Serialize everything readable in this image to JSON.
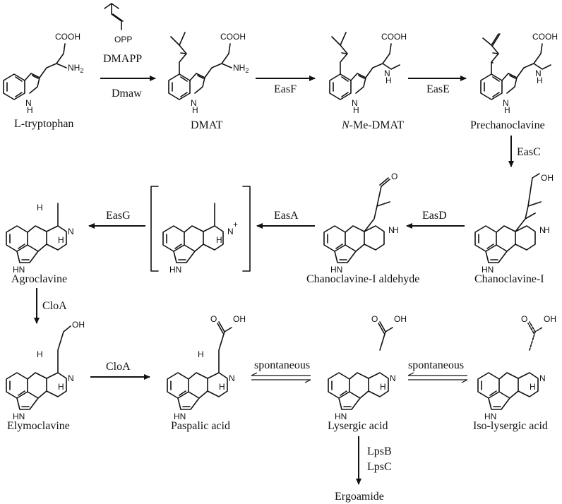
{
  "compounds": {
    "tryptophan": "L-tryptophan",
    "dmat": "DMAT",
    "nmedmat_n": "N",
    "nmedmat_rest": "-Me-DMAT",
    "prechanoclavine": "Prechanoclavine",
    "chanoclavine": "Chanoclavine-I",
    "chanoclavine_ald": "Chanoclavine-I aldehyde",
    "agroclavine": "Agroclavine",
    "elymoclavine": "Elymoclavine",
    "paspalic": "Paspalic acid",
    "lysergic": "Lysergic acid",
    "isolysergic": "Iso-lysergic acid",
    "ergoamide": "Ergoamide"
  },
  "reagents": {
    "dmapp_group": "OPP",
    "dmapp": "DMAPP",
    "dmaw": "Dmaw",
    "easF": "EasF",
    "easE": "EasE",
    "easC": "EasC",
    "easD": "EasD",
    "easA": "EasA",
    "easG": "EasG",
    "cloA1": "CloA",
    "cloA2": "CloA",
    "spont1": "spontaneous",
    "spont2": "spontaneous",
    "lpsB": "LpsB",
    "lpsC": "LpsC"
  },
  "atoms": {
    "cooh": "COOH",
    "nh2": "NH",
    "nh2_sub": "2",
    "nh": "N",
    "h": "H",
    "oh": "OH",
    "o": "O",
    "hn": "HN",
    "plus": "+"
  },
  "colors": {
    "ink": "#111111",
    "background": "#ffffff"
  }
}
